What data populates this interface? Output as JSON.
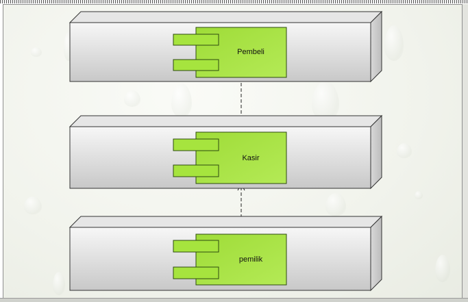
{
  "diagram": {
    "nodes": [
      {
        "id": "pembeli",
        "label": "Pembeli"
      },
      {
        "id": "kasir",
        "label": "Kasir"
      },
      {
        "id": "pemilik",
        "label": "pemilik"
      }
    ],
    "edges": [
      {
        "from": "pembeli",
        "to": "kasir",
        "style": "dashed",
        "arrow": "open"
      },
      {
        "from": "pemilik",
        "to": "kasir",
        "style": "dashed",
        "arrow": "open"
      }
    ]
  },
  "colors": {
    "component_fill": "#a6e43e",
    "component_stroke": "#2d4a10",
    "node_face_top": "#f6f6f6",
    "node_face_bottom": "#c9c9c9",
    "node_stroke": "#333333",
    "edge": "#222222"
  }
}
